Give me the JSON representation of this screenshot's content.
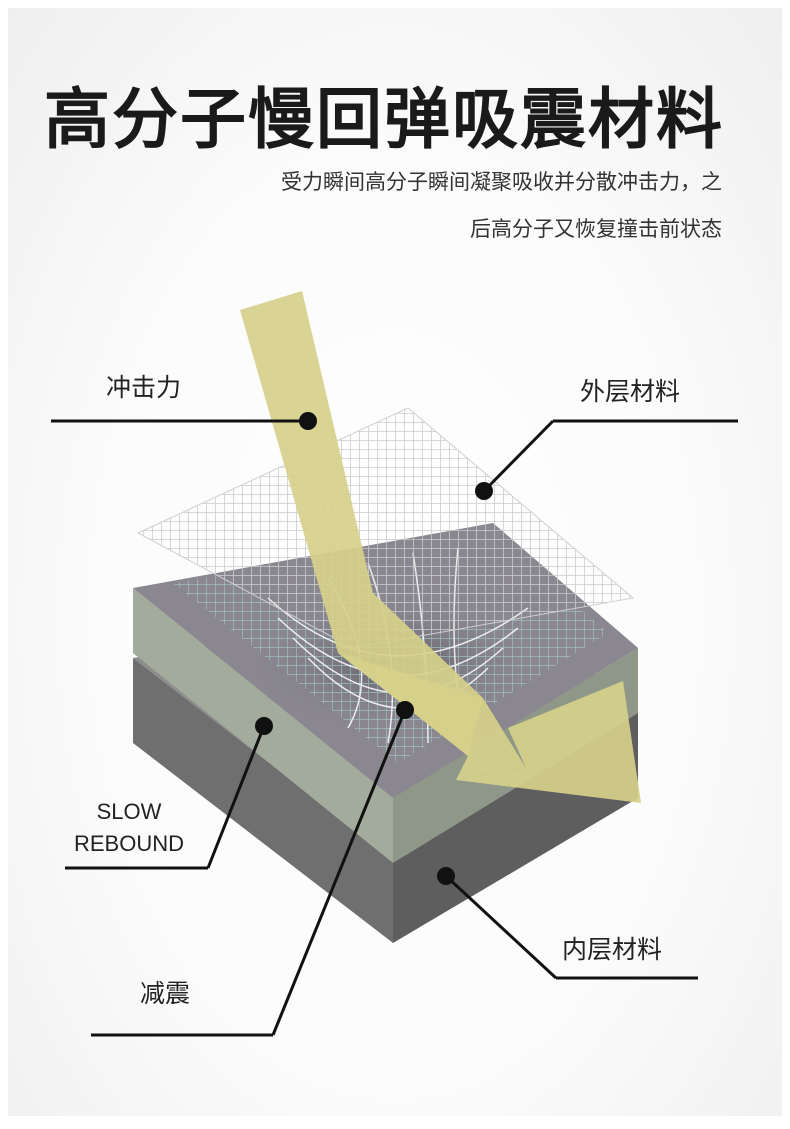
{
  "title": "高分子慢回弹吸震材料",
  "description": {
    "line1": "受力瞬间高分子瞬间凝聚吸收并分散冲击力，之",
    "line2": "后高分子又恢复撞击前状态"
  },
  "labels": {
    "impact": "冲击力",
    "outer_layer": "外层材料",
    "slow_rebound_line1": "SLOW",
    "slow_rebound_line2": "REBOUND",
    "shock_absorption": "减震",
    "inner_layer": "内层材料"
  },
  "colors": {
    "arrow": "#d6d08a",
    "top_layer": "#8a8790",
    "top_edge": "#a3ab9c",
    "bottom_layer": "#7a7a7a",
    "mesh": "#9ec9c8"
  }
}
